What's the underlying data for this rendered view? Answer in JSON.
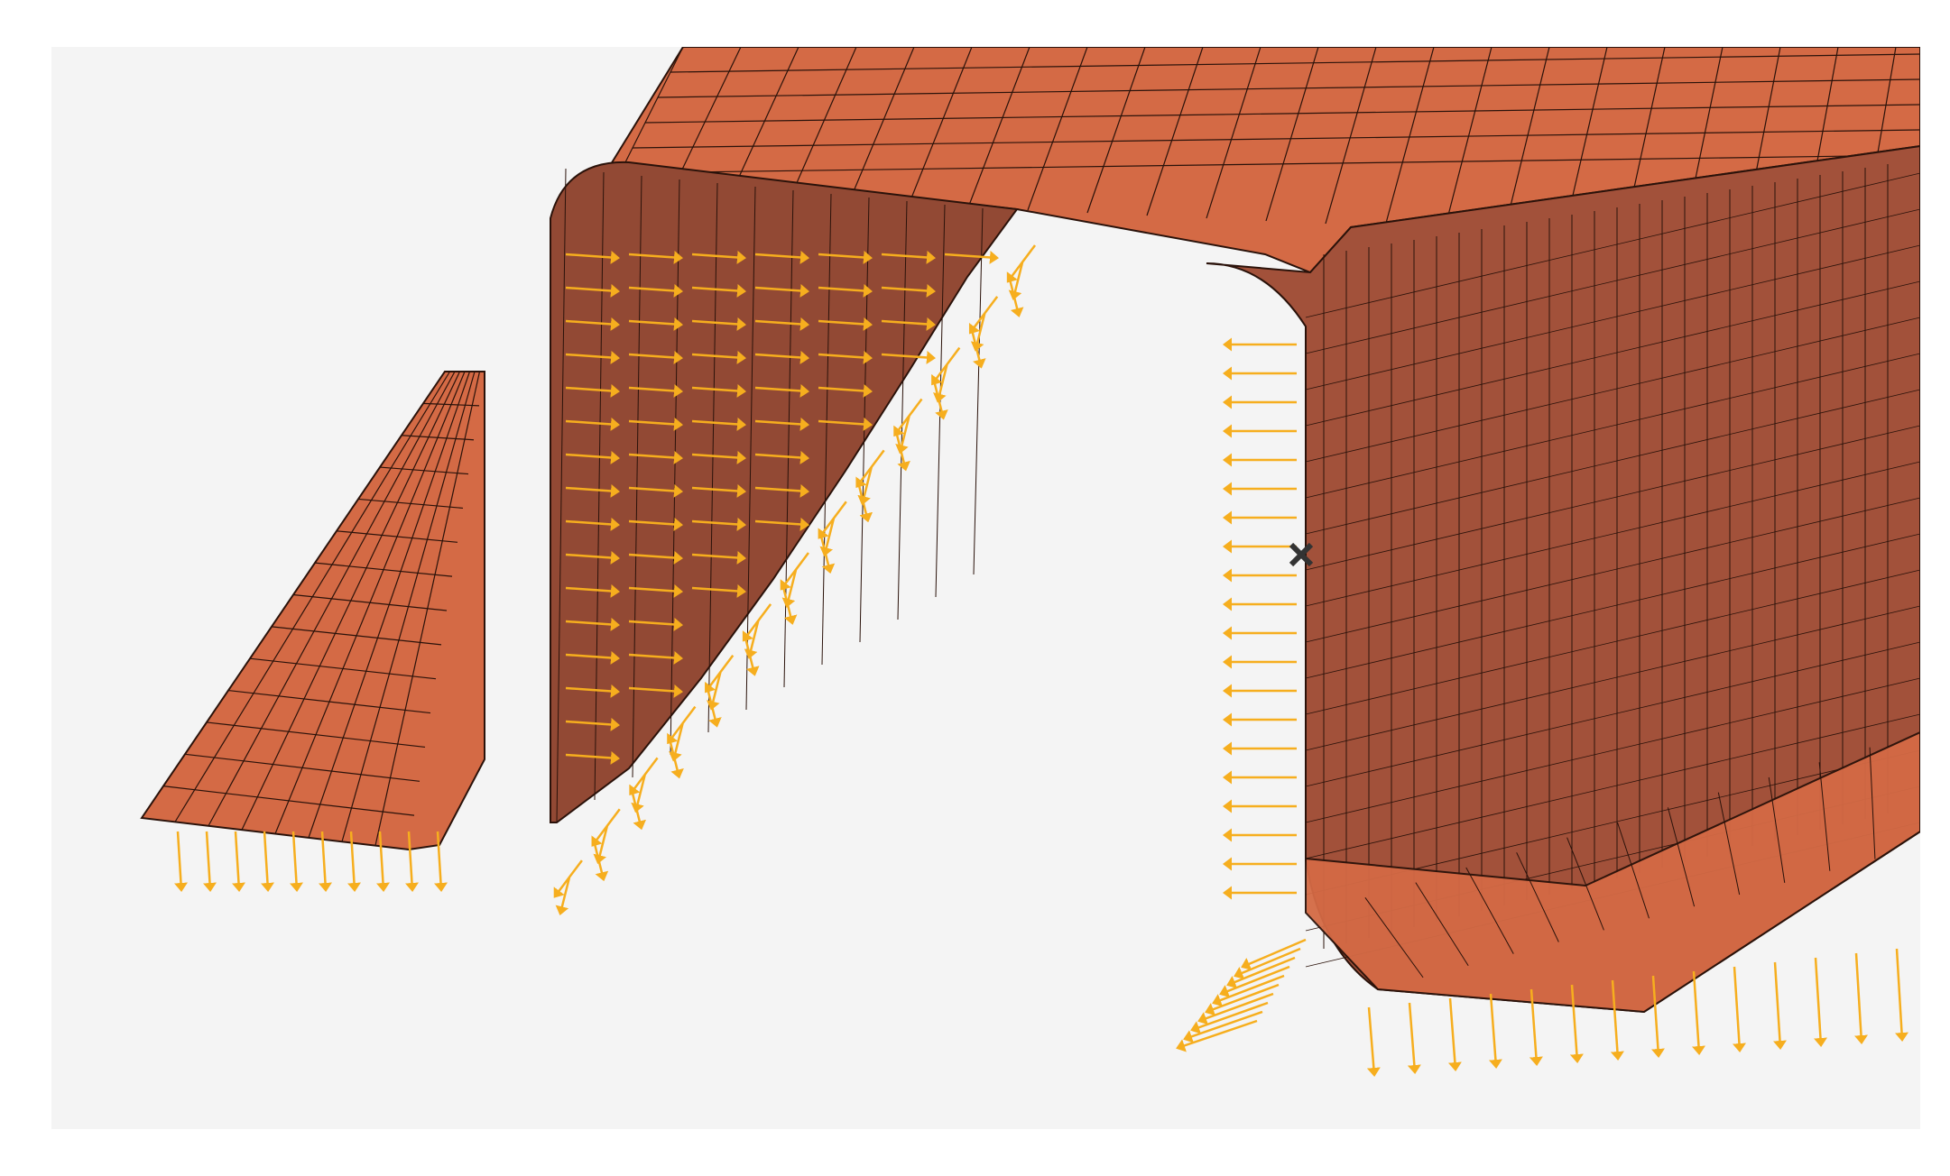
{
  "viewport": {
    "background_color": "#f4f4f4",
    "model": {
      "type": "formed sheet-metal hat-channel shell mesh",
      "shell_color": "#d46a45",
      "wall_color": "#924934",
      "edge_color": "#2a120a",
      "node_dot_color": "#f2b32a"
    },
    "load_arrows": {
      "color": "#f6ae1e",
      "regions": [
        "left-wall-inner-face",
        "left-flange-edge",
        "left-lower-radius",
        "right-wall-vertical-edge",
        "right-lower-radius",
        "right-flange-edge"
      ]
    },
    "pick_marker": {
      "icon": "x-cross-icon",
      "color": "#333333"
    }
  },
  "status": {
    "text": ""
  }
}
